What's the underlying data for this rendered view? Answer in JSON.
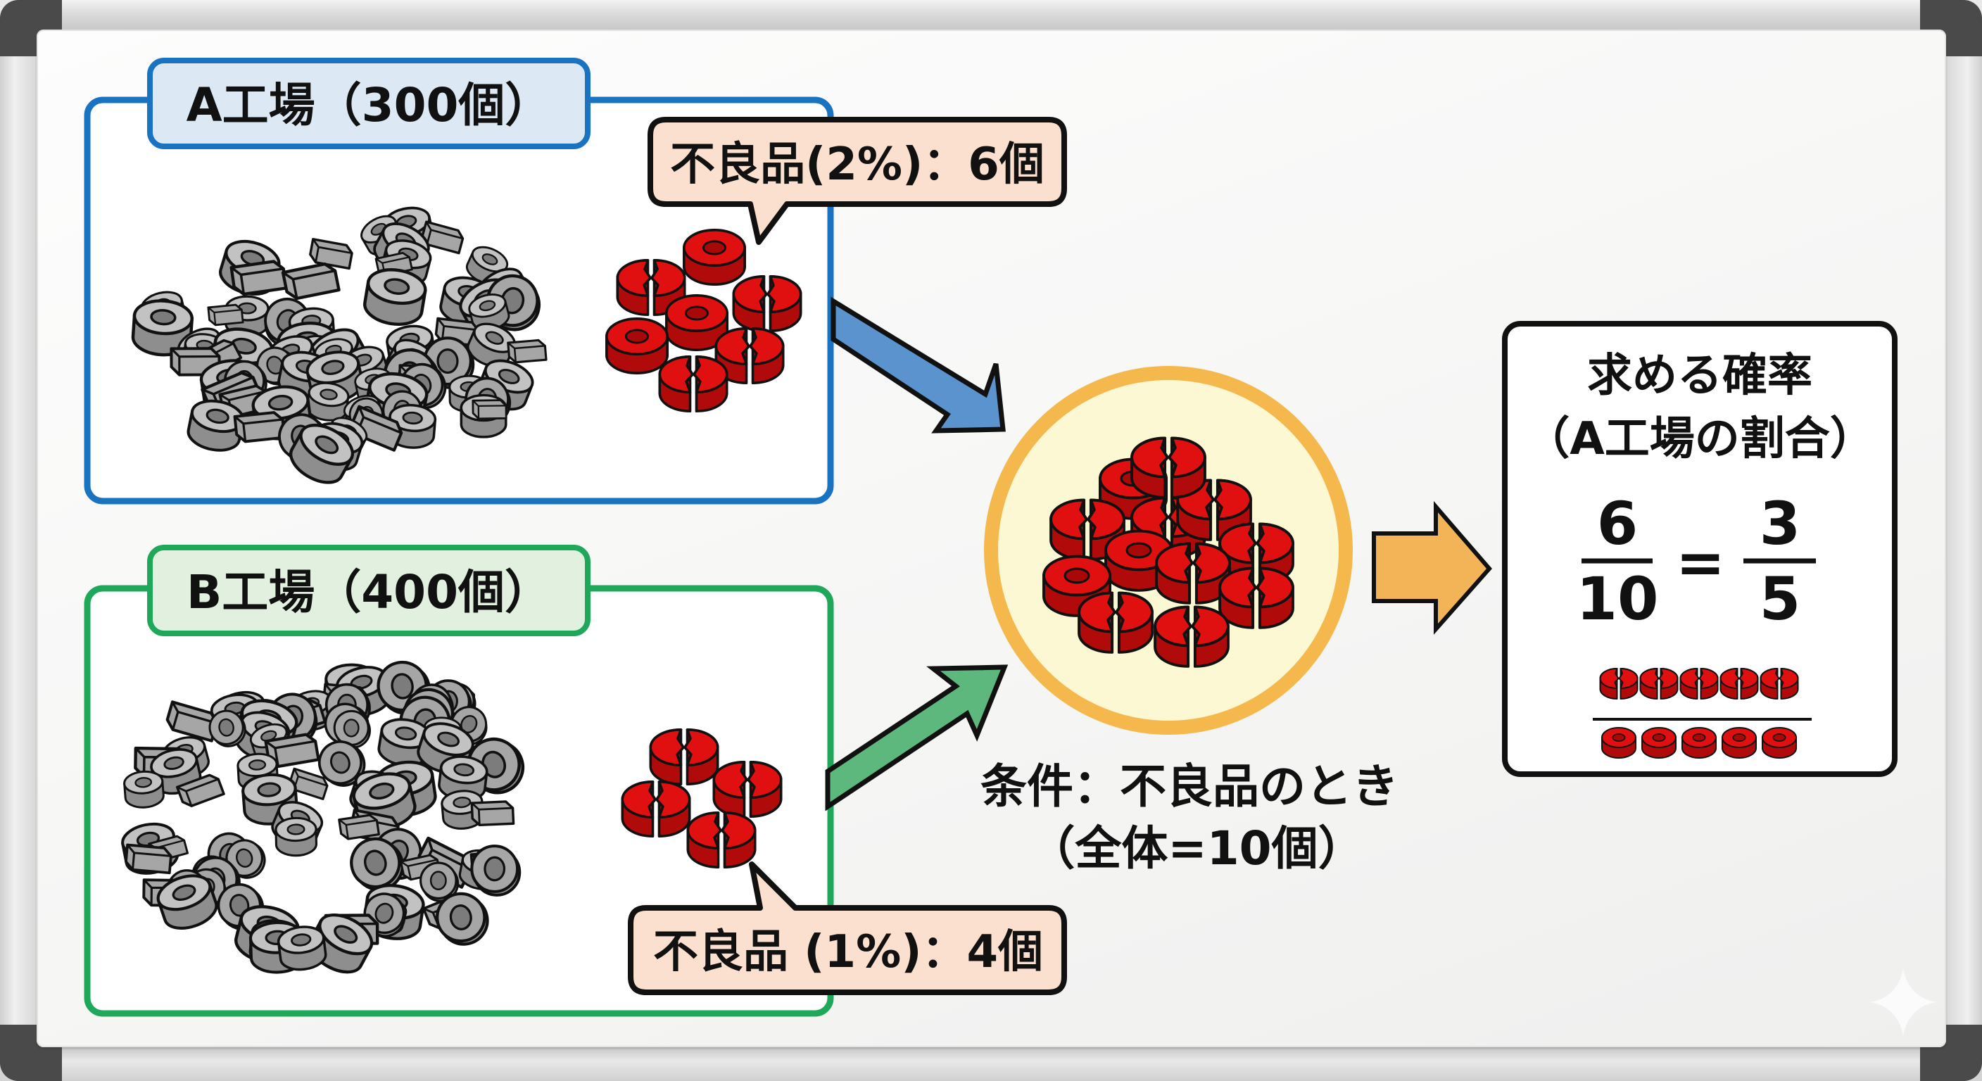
{
  "colors": {
    "factory_a": "#1a73c0",
    "factory_a_label_bg": "#dce9f4",
    "factory_b": "#1fa85a",
    "factory_b_label_bg": "#e2f1df",
    "bubble_bg": "#fbe0cf",
    "arrow_a": "#5b93cf",
    "arrow_b": "#5cb87c",
    "arrow_result": "#f2b457",
    "circle_ring": "#f5b84c",
    "circle_fill": "#fdf8d4",
    "defect_red": "#e01010",
    "part_gray": "#a6a6a6",
    "outline": "#111111"
  },
  "factory_a": {
    "label": "A工場（300個）",
    "total_count": 300,
    "defect_callout": "不良品(2%)：6個",
    "defect_rate_percent": 2,
    "defect_count": 6,
    "defect_cluster": [
      "broken",
      "intact",
      "broken",
      "intact",
      "intact",
      "broken",
      "broken"
    ]
  },
  "factory_b": {
    "label": "B工場（400個）",
    "total_count": 400,
    "defect_callout": "不良品 (1%)：4個",
    "defect_rate_percent": 1,
    "defect_count": 4,
    "defect_cluster": [
      "broken",
      "broken",
      "broken",
      "broken"
    ]
  },
  "merged": {
    "condition_line1": "条件：不良品のとき",
    "condition_line2": "（全体=10個）",
    "total_defects": 10,
    "cluster": [
      "intact",
      "broken",
      "broken",
      "broken",
      "broken",
      "intact",
      "broken",
      "broken",
      "intact",
      "broken",
      "broken",
      "broken"
    ]
  },
  "result": {
    "title_line1": "求める確率",
    "title_line2": "（A工場の割合）",
    "fraction_left": {
      "numerator": "6",
      "denominator": "10"
    },
    "equals": "=",
    "fraction_right": {
      "numerator": "3",
      "denominator": "5"
    },
    "pictograph_top": {
      "kind": "broken",
      "count": 5
    },
    "pictograph_bottom": {
      "kind": "intact",
      "count": 5
    }
  },
  "icons": {
    "watermark": "sparkle-icon"
  }
}
